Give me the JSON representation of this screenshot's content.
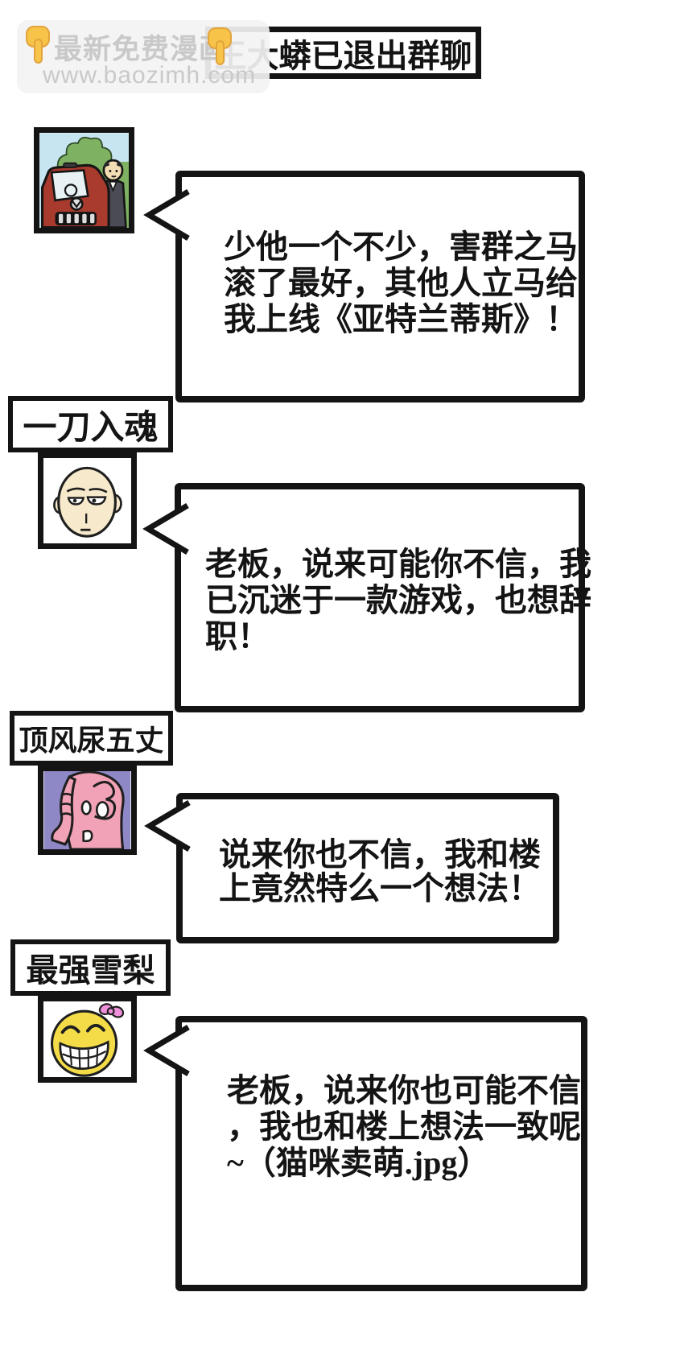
{
  "watermark": {
    "brand_line": "最新免费漫画",
    "url_line": "www.baozimh.com",
    "finger_icon": "finger-pointing-down",
    "text_color": "#c9c9c9",
    "bg_color": "#f3f3f3"
  },
  "header": {
    "title": "王大蟒已退出群聊"
  },
  "messages": [
    {
      "sender_name": "",
      "avatar": "man-in-suit-with-red-car",
      "lines": [
        "少他一个不少，害群之马",
        "滚了最好，其他人立马给",
        "我上线《亚特兰蒂斯》！"
      ]
    },
    {
      "sender_name": "一刀入魂",
      "avatar": "bald-hero-face",
      "lines": [
        "老板，说来可能你不信，我",
        "已沉迷于一款游戏，也想辞",
        "职！"
      ]
    },
    {
      "sender_name": "顶风尿五丈",
      "avatar": "pink-elephant",
      "lines": [
        "说来你也不信，我和楼",
        "上竟然特么一个想法！"
      ]
    },
    {
      "sender_name": "最强雪梨",
      "avatar": "grinning-emoji-with-bow",
      "lines": [
        "老板，说来你也可能不信",
        "，我也和楼上想法一致呢",
        "~（猫咪卖萌.jpg）"
      ]
    }
  ],
  "colors": {
    "ink": "#141414",
    "watermark_text": "#c9c9c9",
    "finger_yellow": "#f7c348",
    "car_red": "#a93b2e",
    "sky_blue": "#c7e4f1",
    "tree_green": "#7fb163",
    "suit_gray": "#4b4b55",
    "skin": "#f7e9cb",
    "elephant_pink": "#f2a2b6",
    "elephant_bg_purple": "#8f88c6",
    "emoji_yellow": "#f4dc49",
    "bow_pink": "#ef8fd9"
  }
}
